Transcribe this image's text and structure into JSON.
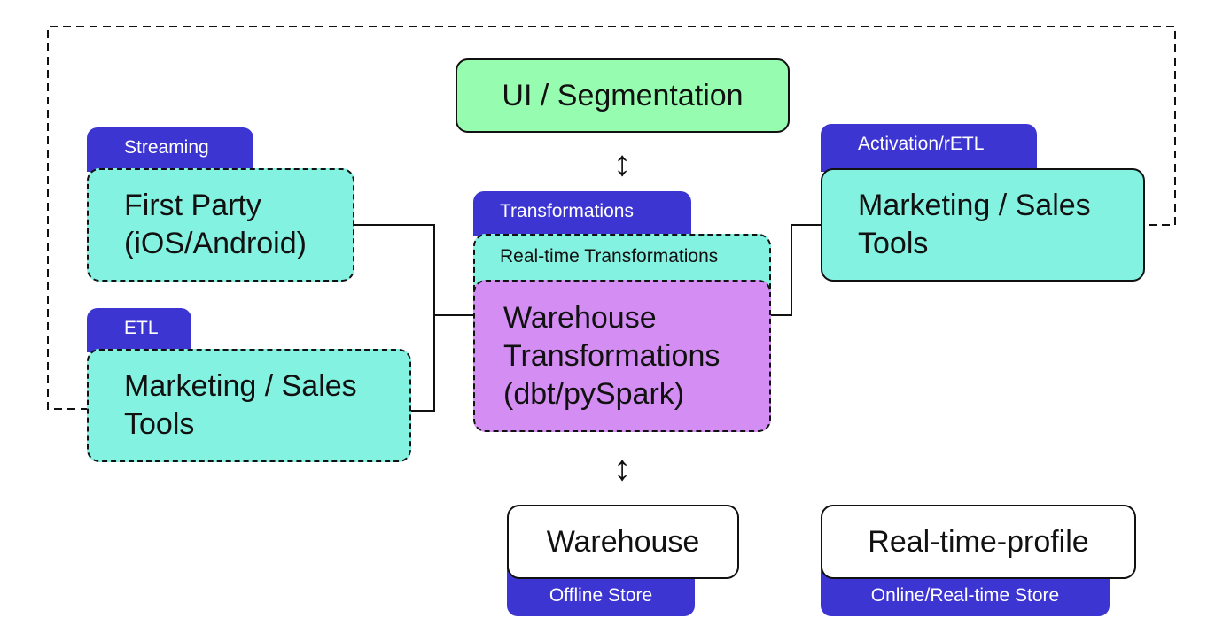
{
  "diagram": {
    "top_node": {
      "label": "UI / Segmentation"
    },
    "sources": [
      {
        "tag": "Streaming",
        "lines": [
          "First Party",
          "(iOS/Android)"
        ]
      },
      {
        "tag": "ETL",
        "lines": [
          "Marketing / Sales",
          "Tools"
        ]
      }
    ],
    "transformations": {
      "tag": "Transformations",
      "realtime_label": "Real-time Transformations",
      "warehouse_lines": [
        "Warehouse",
        "Transformations",
        "(dbt/pySpark)"
      ]
    },
    "activation": {
      "tag": "Activation/rETL",
      "lines": [
        "Marketing / Sales",
        "Tools"
      ]
    },
    "stores": [
      {
        "label": "Warehouse",
        "tag": "Offline Store"
      },
      {
        "label": "Real-time-profile",
        "tag": "Online/Real-time Store"
      }
    ],
    "arrows": {
      "bidirectional": "↕"
    },
    "colors": {
      "tag_bg": "#3d35d1",
      "teal": "#84f2e0",
      "green": "#96fdb0",
      "purple": "#d48ef3"
    }
  }
}
